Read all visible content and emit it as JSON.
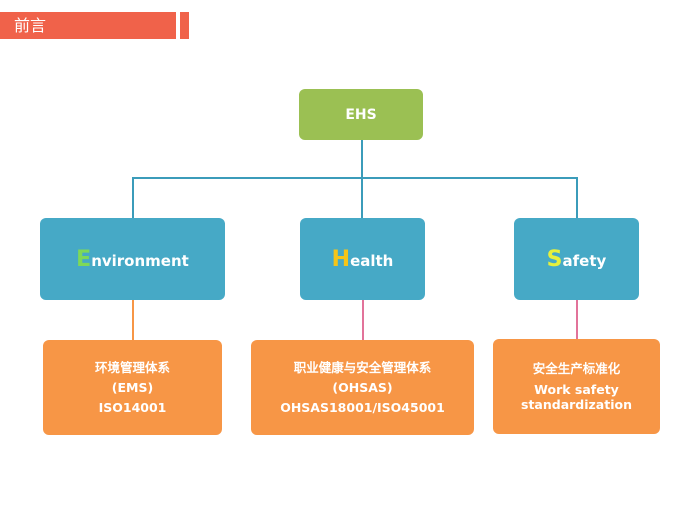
{
  "header": {
    "title": "前言"
  },
  "root": {
    "label": "EHS"
  },
  "categories": [
    {
      "initial": "E",
      "rest": "nvironment",
      "initial_color": "#7ed957",
      "lines": [
        "环境管理体系",
        "(EMS)",
        "ISO14001"
      ]
    },
    {
      "initial": "H",
      "rest": "ealth",
      "initial_color": "#f5c518",
      "lines": [
        "职业健康与安全管理体系",
        "(OHSAS)",
        "OHSAS18001/ISO45001"
      ]
    },
    {
      "initial": "S",
      "rest": "afety",
      "initial_color": "#e6f03c",
      "lines": [
        "安全生产标准化",
        "Work safety",
        "standardization"
      ]
    }
  ],
  "colors": {
    "header": "#f0624a",
    "root": "#9bc053",
    "category": "#46a9c6",
    "detail": "#f79646"
  }
}
